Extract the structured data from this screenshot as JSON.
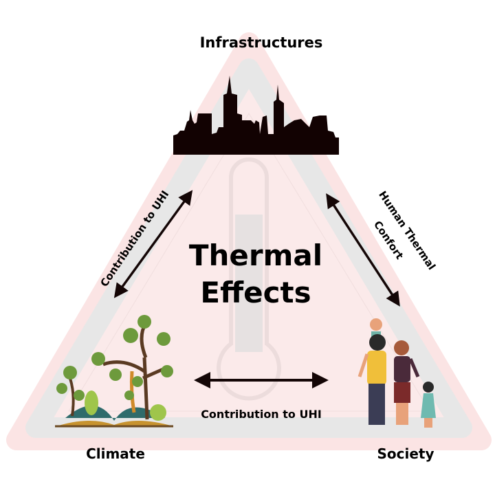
{
  "title_top": "Infrastructures",
  "center_title": [
    "Thermal",
    "Effects"
  ],
  "corners": {
    "left": "Climate",
    "right": "Society"
  },
  "edges": {
    "left": "Contribution to UHI",
    "right": [
      "Human Thermal",
      "Confort"
    ],
    "bottom": "Contribution to UHI"
  },
  "colors": {
    "outer": "#fbe4e4",
    "band": "#e7e7e7",
    "inner": "#fbeaea",
    "arrow": "#140606"
  }
}
